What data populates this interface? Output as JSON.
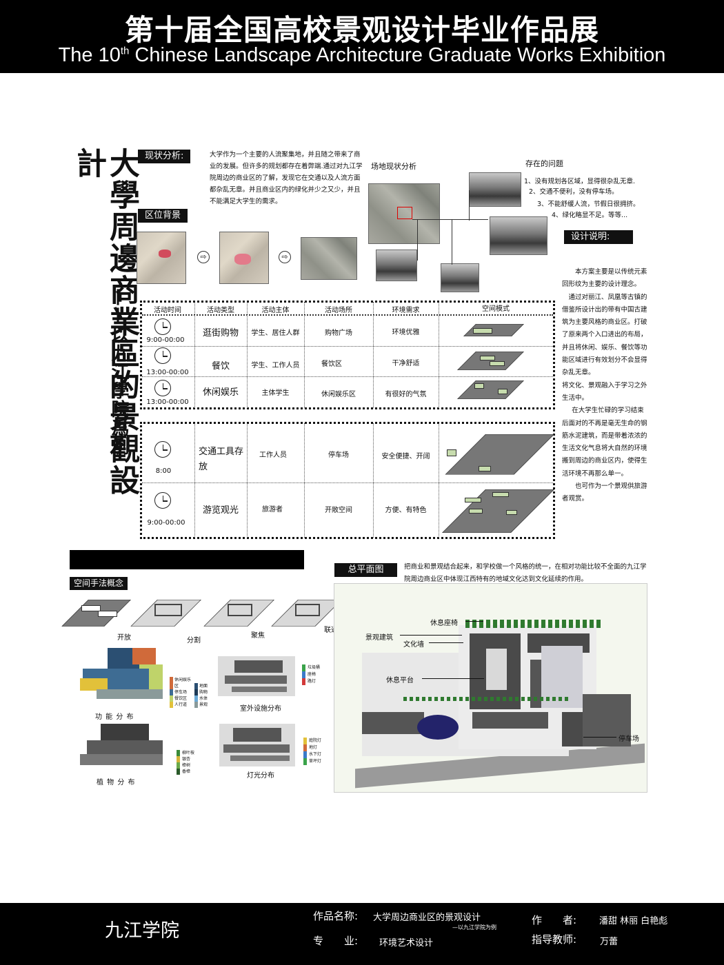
{
  "header": {
    "title_cn": "第十届全国高校景观设计毕业作品展",
    "title_en_prefix": "The 10",
    "title_en_sup": "th",
    "title_en_suffix": " Chinese Landscape Architecture Graduate Works Exhibition"
  },
  "main_title": "大學周邊商業區的景觀設計",
  "sub_title": "——以九江學院爲例",
  "status": {
    "tag": "现状分析:",
    "text": "大学作为一个主要的人流聚集地，并且随之带来了商业的发展。但许多的规划都存在着弊端.通过对九江学院周边的商业区的了解，发现它在交通以及人流方面都杂乱无章。并且商业区内的绿化并少之又少，并且不能满足大学生的需求。"
  },
  "location": {
    "tag": "区位背景",
    "arrow": "⇨"
  },
  "site": {
    "label": "场地现状分析"
  },
  "problems": {
    "title": "存在的问题",
    "items": [
      "1、没有规划各区域，显得很杂乱无章.",
      "2、交通不便利，没有停车场。",
      "3、不能舒缓人流，节假日很拥挤。",
      "4、绿化略显不足。等等..."
    ]
  },
  "design": {
    "tag": "设计说明:",
    "paras": [
      "本方案主要是以传统元素回形纹为主要的设计理念。",
      "通过对丽江、凤凰等古镇的借鉴所设计出的带有中国古建筑为主要风格的商业区。打破了原来两个入口进出的布局，并且将休闲、娱乐、餐饮等功能区域进行有效划分不会显得杂乱无章。",
      "将文化、景观融入于学习之外生活中。",
      "在大学生忙碌的学习结束后面对的不再是毫无生命的钢筋水泥建筑，而是带着浓浓的生活文化气息将大自然的环境搬到周边的商业区内，使得生活环境不再那么单一。",
      "也可作为一个景观供旅游者观赏。"
    ]
  },
  "activity_table": {
    "headers": [
      "活动时间",
      "活动类型",
      "活动主体",
      "活动场所",
      "环境需求",
      "空间模式"
    ],
    "rows": [
      {
        "time": "9:00-00:00",
        "type": "逛街购物",
        "subject": "学生、居住人群",
        "place": "购物广场",
        "need": "环境优雅"
      },
      {
        "time": "13:00-00:00",
        "type": "餐饮",
        "subject": "学生、工作人员",
        "place": "餐饮区",
        "need": "干净舒适"
      },
      {
        "time": "13:00-00:00",
        "type": "休闲娱乐",
        "subject": "主体学生",
        "place": "休闲娱乐区",
        "need": "有很好的气氛"
      }
    ],
    "rows2": [
      {
        "time": "8:00",
        "type": "交通工具存放",
        "subject": "工作人员",
        "place": "停车场",
        "need": "安全便捷、开阔"
      },
      {
        "time": "9:00-00:00",
        "type": "游览观光",
        "subject": "旅游者",
        "place": "开敞空间",
        "need": "方便、有特色"
      }
    ]
  },
  "space": {
    "tag": "空间手法概念",
    "labels": [
      "开放",
      "分割",
      "聚焦",
      "联通"
    ],
    "captions": [
      "功 能 分 布",
      "室外设施分布",
      "植 物 分 布",
      "灯光分布"
    ],
    "func_legend": [
      "休闲娱乐区",
      "地面",
      "停车场",
      "购物",
      "餐饮区",
      "水体",
      "人行道",
      "景观"
    ],
    "facility_legend": [
      "垃圾桶",
      "座椅",
      "路灯"
    ],
    "plant_legend": [
      "柳叶桉",
      "银杏",
      "樟树",
      "香樟"
    ],
    "light_legend": [
      "庭院灯",
      "地灯",
      "水下灯",
      "草坪灯"
    ]
  },
  "plan": {
    "tag": "总平面图",
    "desc": "把商业和景观结合起来，和学校做一个风格的统一，在相对功能比较不全面的九江学院周边商业区中体现江西特有的地域文化达到文化延续的作用。",
    "labels": [
      "休息座椅",
      "景观建筑",
      "文化墙",
      "休息平台",
      "停车场"
    ]
  },
  "footer": {
    "school": "九江学院",
    "work_label": "作品名称:",
    "work_name": "大学周边商业区的景观设计",
    "work_sub": "—以九江学院为例",
    "major_label": "专　　业:",
    "major": "环境艺术设计",
    "author_label": "作　　者:",
    "authors": "潘甜  林丽  白艳彪",
    "advisor_label": "指导教师:",
    "advisor": "万蕾"
  }
}
